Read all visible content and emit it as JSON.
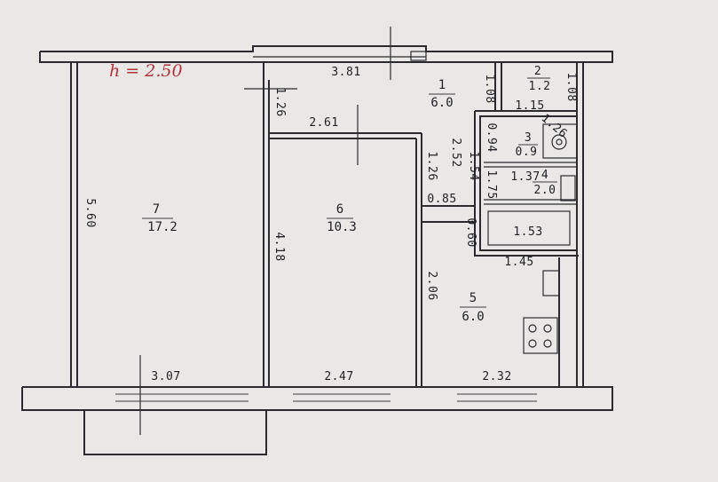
{
  "ceiling_height": "h = 2.50",
  "rooms": [
    {
      "number": "1",
      "area": "6.0"
    },
    {
      "number": "2",
      "area": "1.2"
    },
    {
      "number": "3",
      "area": "0.9"
    },
    {
      "number": "4",
      "area": "2.0"
    },
    {
      "number": "5",
      "area": "6.0"
    },
    {
      "number": "6",
      "area": "10.3"
    },
    {
      "number": "7",
      "area": "17.2"
    }
  ],
  "dimensions": {
    "d_381": "3.81",
    "d_126_top": "1.26",
    "d_261": "2.61",
    "d_560": "5.60",
    "d_418": "4.18",
    "d_206": "2.06",
    "d_307": "3.07",
    "d_247": "2.47",
    "d_232": "2.32",
    "d_108_a": "1.08",
    "d_108_b": "1.08",
    "d_115": "1.15",
    "d_126_wc": "1.26",
    "d_094": "0.94",
    "d_252": "2.52",
    "d_126_hall": "1.26",
    "d_154": "1.54",
    "d_085": "0.85",
    "d_137": "1.37",
    "d_060": "0.60",
    "d_153": "1.53",
    "d_145": "1.45",
    "d_175": "1.75"
  }
}
